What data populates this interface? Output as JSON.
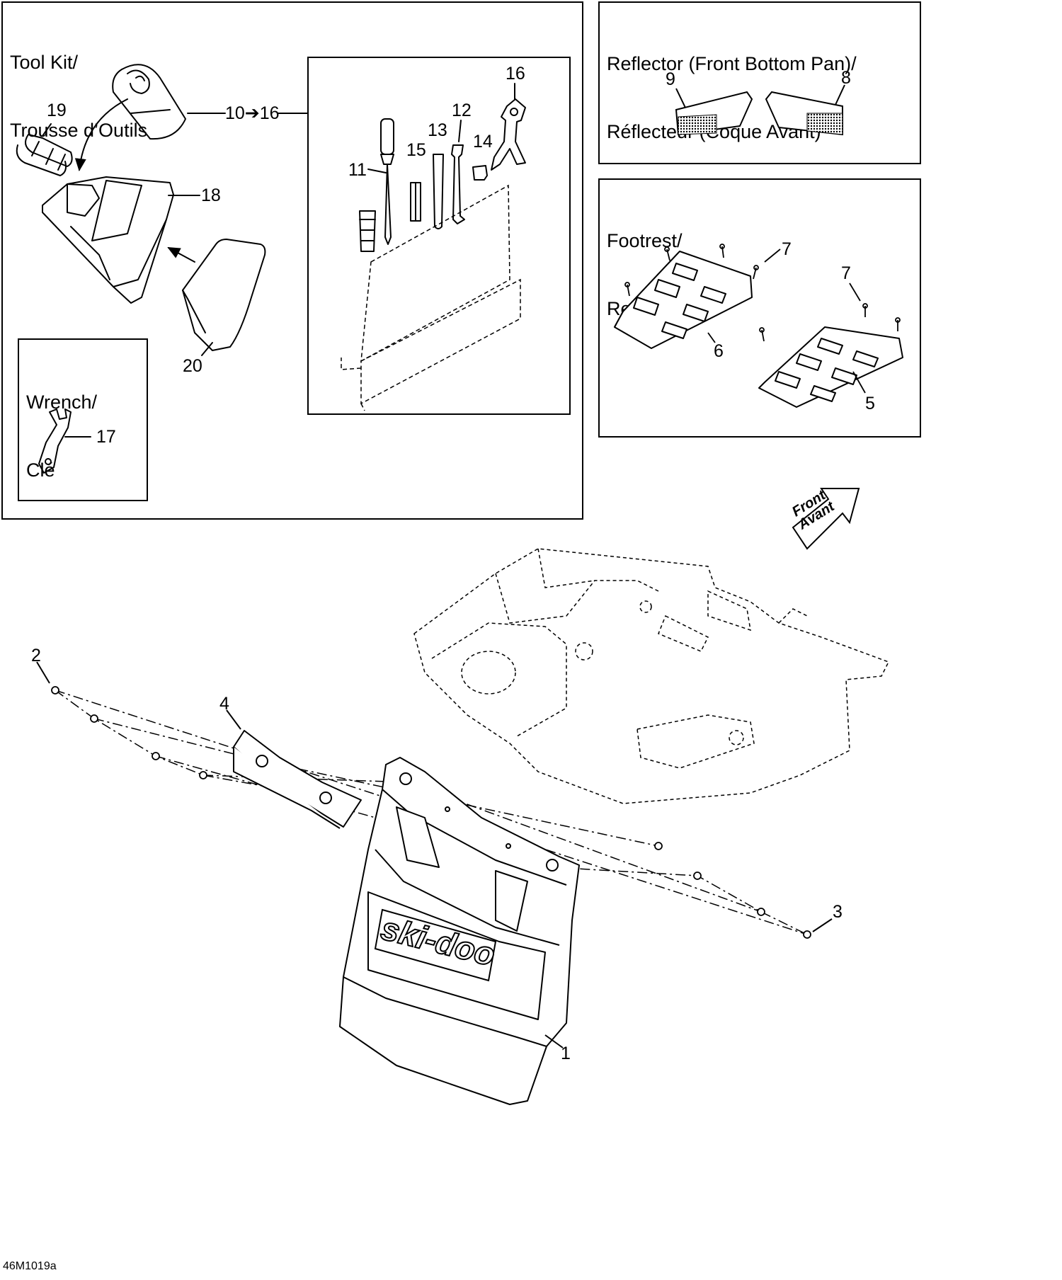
{
  "panels": {
    "tool_kit": {
      "title_en": "Tool Kit/",
      "title_fr": "Trousse d’Outils"
    },
    "wrench": {
      "title_en": "Wrench/",
      "title_fr": "Clé"
    },
    "reflector": {
      "title_en": "Reflector (Front Bottom Pan)/",
      "title_fr": "Réflecteur (Coque Avant)"
    },
    "footrest": {
      "title_en": "Footrest/",
      "title_fr": "Repose-Pied"
    }
  },
  "callouts": {
    "c1": "1",
    "c2": "2",
    "c3": "3",
    "c4": "4",
    "c5": "5",
    "c6": "6",
    "c7a": "7",
    "c7b": "7",
    "c8": "8",
    "c9": "9",
    "c10_16": "10➔16",
    "c11": "11",
    "c12": "12",
    "c13": "13",
    "c14": "14",
    "c15": "15",
    "c16": "16",
    "c17": "17",
    "c18": "18",
    "c19": "19",
    "c20": "20"
  },
  "front_arrow": {
    "line1": "Front",
    "line2": "Avant"
  },
  "brand_logo_text": "ski-doo",
  "drawing_id": "46M1019a",
  "colors": {
    "line": "#000000",
    "background": "#ffffff"
  }
}
